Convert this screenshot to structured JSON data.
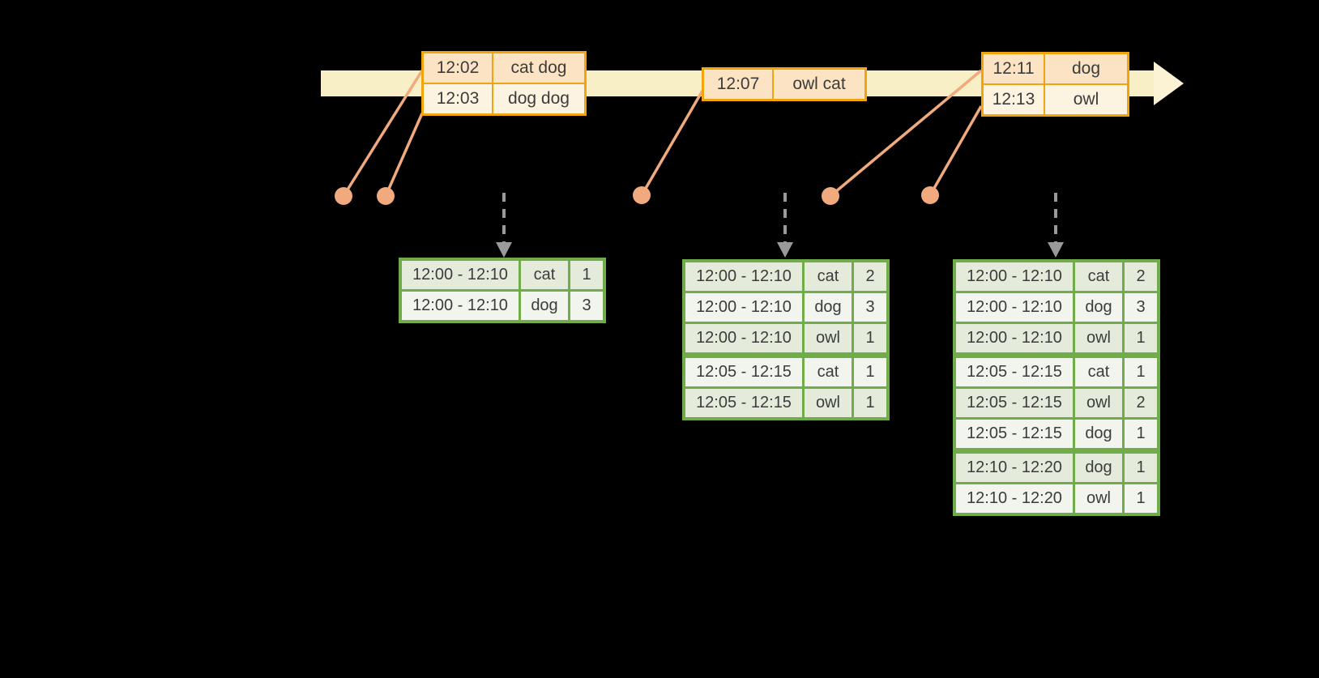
{
  "background_color": "#000000",
  "colors": {
    "timeline_bar": "#F9EFC7",
    "timeline_arrowhead": "#FBF3D3",
    "event_table_border": "#F0A50F",
    "event_row_dark": "#FBE3C3",
    "event_row_light": "#FDF3E1",
    "event_dot_and_line": "#F1A97E",
    "result_table_border": "#70AC49",
    "result_row_dark": "#E4EBDB",
    "result_row_light": "#F1F5ED",
    "trigger_arrow_gray": "#9A9A9A",
    "cell_text": "#3C3C3C"
  },
  "event_tables": [
    {
      "rows": [
        {
          "time": "12:02",
          "words": "cat dog"
        },
        {
          "time": "12:03",
          "words": "dog dog"
        }
      ]
    },
    {
      "rows": [
        {
          "time": "12:07",
          "words": "owl cat"
        }
      ]
    },
    {
      "rows": [
        {
          "time": "12:11",
          "words": "dog"
        },
        {
          "time": "12:13",
          "words": "owl"
        }
      ]
    }
  ],
  "result_tables": [
    {
      "group_breaks": [],
      "rows": [
        {
          "window": "12:00 - 12:10",
          "word": "cat",
          "count": "1"
        },
        {
          "window": "12:00 - 12:10",
          "word": "dog",
          "count": "3"
        }
      ]
    },
    {
      "group_breaks": [
        3
      ],
      "rows": [
        {
          "window": "12:00 - 12:10",
          "word": "cat",
          "count": "2"
        },
        {
          "window": "12:00 - 12:10",
          "word": "dog",
          "count": "3"
        },
        {
          "window": "12:00 - 12:10",
          "word": "owl",
          "count": "1"
        },
        {
          "window": "12:05 - 12:15",
          "word": "cat",
          "count": "1"
        },
        {
          "window": "12:05 - 12:15",
          "word": "owl",
          "count": "1"
        }
      ]
    },
    {
      "group_breaks": [
        3,
        6
      ],
      "rows": [
        {
          "window": "12:00 - 12:10",
          "word": "cat",
          "count": "2"
        },
        {
          "window": "12:00 - 12:10",
          "word": "dog",
          "count": "3"
        },
        {
          "window": "12:00 - 12:10",
          "word": "owl",
          "count": "1"
        },
        {
          "window": "12:05 - 12:15",
          "word": "cat",
          "count": "1"
        },
        {
          "window": "12:05 - 12:15",
          "word": "owl",
          "count": "2"
        },
        {
          "window": "12:05 - 12:15",
          "word": "dog",
          "count": "1"
        },
        {
          "window": "12:10 - 12:20",
          "word": "dog",
          "count": "1"
        },
        {
          "window": "12:10 - 12:20",
          "word": "owl",
          "count": "1"
        }
      ]
    }
  ]
}
